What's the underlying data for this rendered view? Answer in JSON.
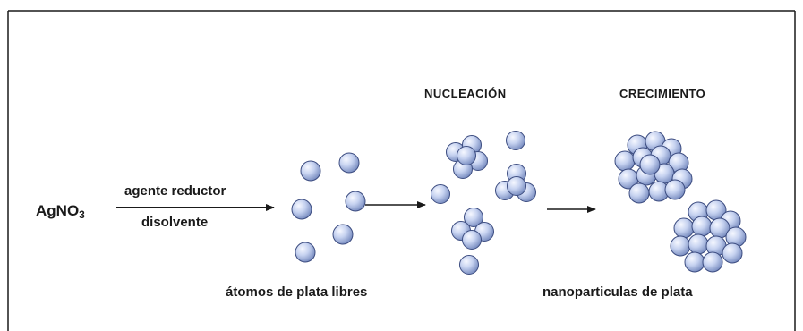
{
  "reaction": {
    "reactant_main": "AgNO",
    "reactant_subscript": "3",
    "arrow_top_label": "agente reductor",
    "arrow_bottom_label": "disolvente"
  },
  "stages": {
    "nucleation_title": "NUCLEACIÓN",
    "growth_title": "CRECIMIENTO"
  },
  "captions": {
    "free_atoms": "átomos de plata libres",
    "nanoparticles": "nanoparticulas de plata"
  },
  "colors": {
    "atom_light": "#eef3ff",
    "atom_mid": "#b4c4ea",
    "atom_dark": "#6d80b6",
    "stroke": "#3c4c80",
    "line": "#1a1a1a"
  }
}
